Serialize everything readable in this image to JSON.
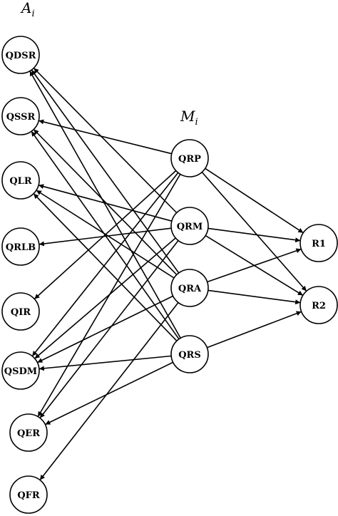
{
  "headers": {
    "left": {
      "main": "A",
      "sub": "i"
    },
    "middle": {
      "main": "M",
      "sub": "i"
    }
  },
  "nodes": [
    {
      "id": "QDSR",
      "label": "QDSR",
      "group": "A"
    },
    {
      "id": "QSSR",
      "label": "QSSR",
      "group": "A"
    },
    {
      "id": "QLR",
      "label": "QLR",
      "group": "A"
    },
    {
      "id": "QRLB",
      "label": "QRLB",
      "group": "A"
    },
    {
      "id": "QIR",
      "label": "QIR",
      "group": "A"
    },
    {
      "id": "QSDM",
      "label": "QSDM",
      "group": "A"
    },
    {
      "id": "QER",
      "label": "QER",
      "group": "A"
    },
    {
      "id": "QFR",
      "label": "QFR",
      "group": "A"
    },
    {
      "id": "QRP",
      "label": "QRP",
      "group": "M"
    },
    {
      "id": "QRM",
      "label": "QRM",
      "group": "M"
    },
    {
      "id": "QRA",
      "label": "QRA",
      "group": "M"
    },
    {
      "id": "QRS",
      "label": "QRS",
      "group": "M"
    },
    {
      "id": "R1",
      "label": "R1",
      "group": "R"
    },
    {
      "id": "R2",
      "label": "R2",
      "group": "R"
    }
  ],
  "edges": [
    {
      "from": "QRP",
      "to": "QSSR"
    },
    {
      "from": "QRP",
      "to": "QIR"
    },
    {
      "from": "QRP",
      "to": "QSDM"
    },
    {
      "from": "QRP",
      "to": "QER"
    },
    {
      "from": "QRP",
      "to": "R1"
    },
    {
      "from": "QRP",
      "to": "R2"
    },
    {
      "from": "QRM",
      "to": "QDSR"
    },
    {
      "from": "QRM",
      "to": "QLR"
    },
    {
      "from": "QRM",
      "to": "QRLB"
    },
    {
      "from": "QRM",
      "to": "QSDM"
    },
    {
      "from": "QRM",
      "to": "QER"
    },
    {
      "from": "QRM",
      "to": "R1"
    },
    {
      "from": "QRM",
      "to": "R2"
    },
    {
      "from": "QRA",
      "to": "QDSR"
    },
    {
      "from": "QRA",
      "to": "QSSR"
    },
    {
      "from": "QRA",
      "to": "QLR"
    },
    {
      "from": "QRA",
      "to": "QSDM"
    },
    {
      "from": "QRA",
      "to": "QFR"
    },
    {
      "from": "QRA",
      "to": "R1"
    },
    {
      "from": "QRA",
      "to": "R2"
    },
    {
      "from": "QRS",
      "to": "QDSR"
    },
    {
      "from": "QRS",
      "to": "QSSR"
    },
    {
      "from": "QRS",
      "to": "QLR"
    },
    {
      "from": "QRS",
      "to": "QSDM"
    },
    {
      "from": "QRS",
      "to": "QER"
    },
    {
      "from": "QRS",
      "to": "R2"
    }
  ]
}
